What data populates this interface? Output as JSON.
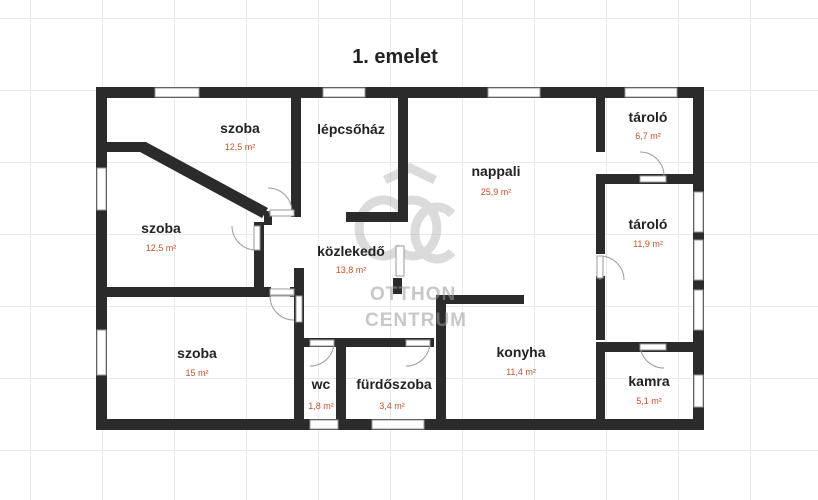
{
  "floor_title": "1. emelet",
  "rooms": [
    {
      "name": "szoba",
      "area": "12,5 m²"
    },
    {
      "name": "szoba",
      "area": "12,5 m²"
    },
    {
      "name": "lépcsőház",
      "area": ""
    },
    {
      "name": "nappali",
      "area": "25,9 m²"
    },
    {
      "name": "tároló",
      "area": "6,7 m²"
    },
    {
      "name": "tároló",
      "area": "11,9 m²"
    },
    {
      "name": "közlekedő",
      "area": "13,8 m²"
    },
    {
      "name": "szoba",
      "area": "15 m²"
    },
    {
      "name": "wc",
      "area": "1,8 m²"
    },
    {
      "name": "fürdőszoba",
      "area": "3,4 m²"
    },
    {
      "name": "konyha",
      "area": "11,4 m²"
    },
    {
      "name": "kamra",
      "area": "5,1 m²"
    }
  ],
  "watermark": {
    "line1": "OTTHON",
    "line2": "CENTRUM",
    "logo_icon": "otthon-centrum-logo-icon"
  },
  "colors": {
    "wall": "#2b2b2b",
    "area_text": "#c0532a",
    "window": "#ffffff",
    "grid": "#e9e9e9",
    "door": "#9a9a9a"
  }
}
